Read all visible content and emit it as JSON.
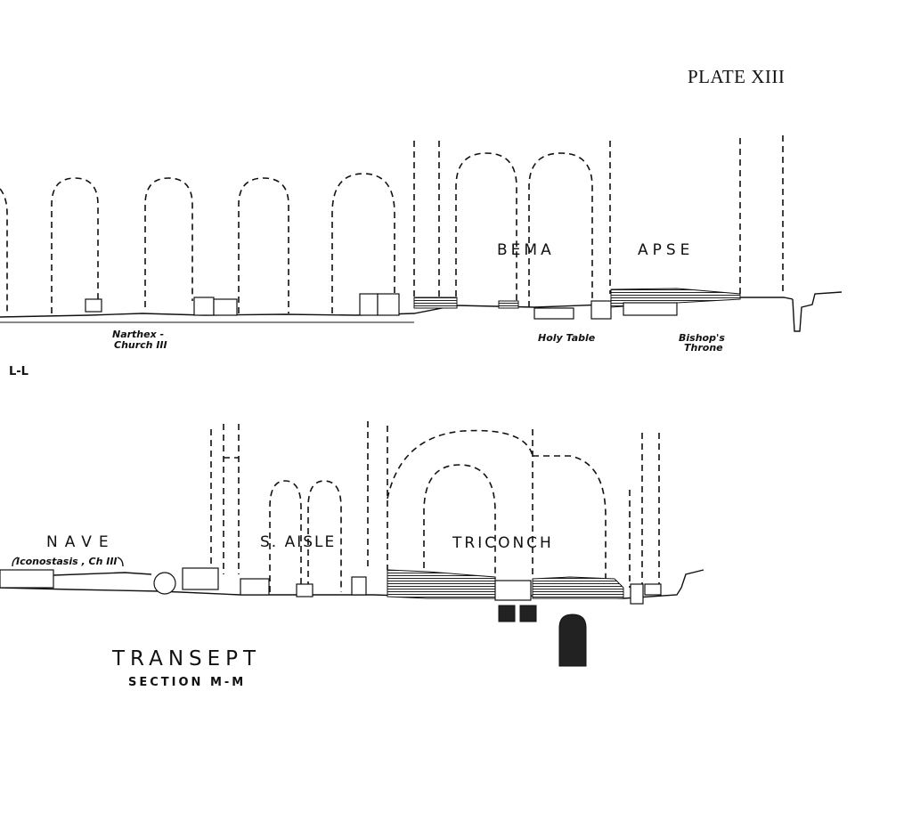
{
  "plate_label": "PLATE XIII",
  "upper_section": {
    "section_label": "L-L",
    "rooms": {
      "bema": "BEMA",
      "apse": "APSE"
    },
    "notes": {
      "narthex_line1": "Narthex -",
      "narthex_line2": "Church III",
      "holy_table": "Holy Table",
      "bishops_line1": "Bishop's",
      "bishops_line2": "Throne"
    }
  },
  "lower_section": {
    "rooms": {
      "nave": "NAVE",
      "s_aisle": "S. AISLE",
      "triconch": "TRICONCH"
    },
    "notes": {
      "iconostasis": "Iconostasis , Ch III"
    },
    "title": "TRANSEPT",
    "subtitle": "SECTION M-M"
  }
}
